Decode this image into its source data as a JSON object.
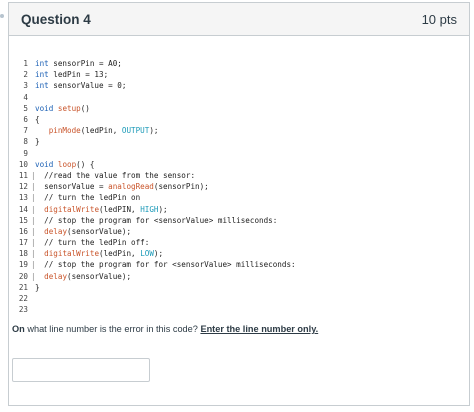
{
  "question": {
    "title": "Question 4",
    "points": "10 pts"
  },
  "code_lines": [
    {
      "n": "1",
      "g": "",
      "t": [
        [
          "kw",
          "int"
        ],
        [
          "txt",
          " sensorPin = A0;"
        ]
      ]
    },
    {
      "n": "2",
      "g": "",
      "t": [
        [
          "kw",
          "int"
        ],
        [
          "txt",
          " ledPin = 13;"
        ]
      ]
    },
    {
      "n": "3",
      "g": "",
      "t": [
        [
          "kw",
          "int"
        ],
        [
          "txt",
          " sensorValue = 0;"
        ]
      ]
    },
    {
      "n": "4",
      "g": "",
      "t": []
    },
    {
      "n": "5",
      "g": "",
      "t": [
        [
          "kw",
          "void"
        ],
        [
          "txt",
          " "
        ],
        [
          "fn",
          "setup"
        ],
        [
          "txt",
          "()"
        ]
      ]
    },
    {
      "n": "6",
      "g": "",
      "t": [
        [
          "txt",
          "{"
        ]
      ]
    },
    {
      "n": "7",
      "g": "",
      "t": [
        [
          "txt",
          "   "
        ],
        [
          "fn",
          "pinMode"
        ],
        [
          "txt",
          "(ledPin, "
        ],
        [
          "const",
          "OUTPUT"
        ],
        [
          "txt",
          ");"
        ]
      ]
    },
    {
      "n": "8",
      "g": "",
      "t": [
        [
          "txt",
          "}"
        ]
      ]
    },
    {
      "n": "9",
      "g": "",
      "t": []
    },
    {
      "n": "10",
      "g": "",
      "t": [
        [
          "kw",
          "void"
        ],
        [
          "txt",
          " "
        ],
        [
          "fn",
          "loop"
        ],
        [
          "txt",
          "() {"
        ]
      ]
    },
    {
      "n": "11",
      "g": "|",
      "t": [
        [
          "cm",
          "  //read the value from the sensor:"
        ]
      ]
    },
    {
      "n": "12",
      "g": "|",
      "t": [
        [
          "txt",
          "  sensorValue = "
        ],
        [
          "fn",
          "analogRead"
        ],
        [
          "txt",
          "(sensorPin);"
        ]
      ]
    },
    {
      "n": "13",
      "g": "|",
      "t": [
        [
          "cm",
          "  // turn the ledPin on"
        ]
      ]
    },
    {
      "n": "14",
      "g": "|",
      "t": [
        [
          "txt",
          "  "
        ],
        [
          "fn",
          "digitalWrite"
        ],
        [
          "txt",
          "(ledPIN, "
        ],
        [
          "const",
          "HIGH"
        ],
        [
          "txt",
          ");"
        ]
      ]
    },
    {
      "n": "15",
      "g": "|",
      "t": [
        [
          "cm",
          "  // stop the program for <sensorValue> milliseconds:"
        ]
      ]
    },
    {
      "n": "16",
      "g": "|",
      "t": [
        [
          "txt",
          "  "
        ],
        [
          "fn",
          "delay"
        ],
        [
          "txt",
          "(sensorValue);"
        ]
      ]
    },
    {
      "n": "17",
      "g": "|",
      "t": [
        [
          "cm",
          "  // turn the ledPin off:"
        ]
      ]
    },
    {
      "n": "18",
      "g": "|",
      "t": [
        [
          "txt",
          "  "
        ],
        [
          "fn",
          "digitalWrite"
        ],
        [
          "txt",
          "(ledPin, "
        ],
        [
          "const",
          "LOW"
        ],
        [
          "txt",
          ");"
        ]
      ]
    },
    {
      "n": "19",
      "g": "|",
      "t": [
        [
          "cm",
          "  // stop the program for for <sensorValue> milliseconds:"
        ]
      ]
    },
    {
      "n": "20",
      "g": "|",
      "t": [
        [
          "txt",
          "  "
        ],
        [
          "fn",
          "delay"
        ],
        [
          "txt",
          "(sensorValue);"
        ]
      ]
    },
    {
      "n": "21",
      "g": "",
      "t": [
        [
          "txt",
          "}"
        ]
      ]
    },
    {
      "n": "22",
      "g": "",
      "t": []
    },
    {
      "n": "23",
      "g": "",
      "t": []
    }
  ],
  "prompt": {
    "lead": "On",
    "body": " what line number is the error in this code? ",
    "emphasis": "Enter the line number only."
  },
  "answer": {
    "value": "",
    "placeholder": ""
  },
  "colors": {
    "keyword": "#1a5fb4",
    "function": "#c9542a",
    "constant": "#1c9ab8",
    "header_bg": "#f5f5f5",
    "border": "#c7cdd1"
  }
}
